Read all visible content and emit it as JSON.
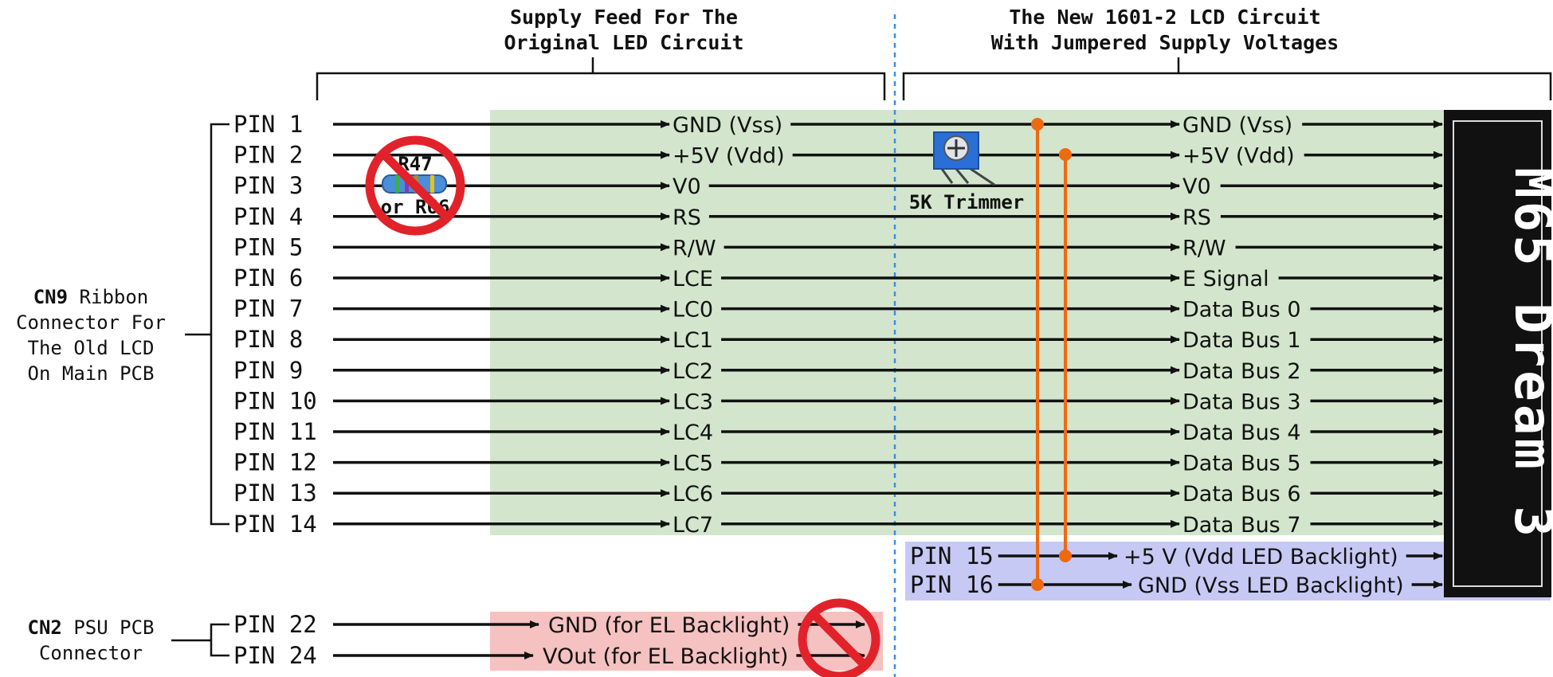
{
  "colors": {
    "green_region": "#d3e6cd",
    "blue_region": "#c7c9f5",
    "red_region": "#f6c1c1",
    "orange_wire": "#ee6a10",
    "divider": "#3b8fe6",
    "no_sign": "#e2222a"
  },
  "headers": {
    "left_line1": "Supply Feed For The",
    "left_line2": "Original LED Circuit",
    "right_line1": "The New 1601-2 LCD Circuit",
    "right_line2": "With Jumpered Supply Voltages"
  },
  "cn9": {
    "name": "CN9",
    "line1_rest": " Ribbon",
    "line2": "Connector For",
    "line3": "The Old LCD",
    "line4": "On Main PCB"
  },
  "cn2": {
    "name": "CN2",
    "line1_rest": " PSU PCB",
    "line2": "Connector"
  },
  "rows": [
    {
      "pin": "PIN 1",
      "mid": "GND (Vss)",
      "right": "GND (Vss)"
    },
    {
      "pin": "PIN 2",
      "mid": "+5V (Vdd)",
      "right": "+5V (Vdd)"
    },
    {
      "pin": "PIN 3",
      "mid": "V0",
      "right": "V0"
    },
    {
      "pin": "PIN 4",
      "mid": "RS",
      "right": "RS"
    },
    {
      "pin": "PIN 5",
      "mid": "R/W",
      "right": "R/W"
    },
    {
      "pin": "PIN 6",
      "mid": "LCE",
      "right": "E Signal"
    },
    {
      "pin": "PIN 7",
      "mid": "LC0",
      "right": "Data Bus 0"
    },
    {
      "pin": "PIN 8",
      "mid": "LC1",
      "right": "Data Bus 1"
    },
    {
      "pin": "PIN 9",
      "mid": "LC2",
      "right": "Data Bus 2"
    },
    {
      "pin": "PIN 10",
      "mid": "LC3",
      "right": "Data Bus 3"
    },
    {
      "pin": "PIN 11",
      "mid": "LC4",
      "right": "Data Bus 4"
    },
    {
      "pin": "PIN 12",
      "mid": "LC5",
      "right": "Data Bus 5"
    },
    {
      "pin": "PIN 13",
      "mid": "LC6",
      "right": "Data Bus 6"
    },
    {
      "pin": "PIN 14",
      "mid": "LC7",
      "right": "Data Bus 7"
    }
  ],
  "backlight_rows": [
    {
      "pin": "PIN 15",
      "label": "+5 V (Vdd LED Backlight)"
    },
    {
      "pin": "PIN 16",
      "label": "GND (Vss LED Backlight)"
    }
  ],
  "el_rows": [
    {
      "pin": "PIN 22",
      "label": "GND (for EL Backlight)"
    },
    {
      "pin": "PIN 24",
      "label": "VOut (for EL Backlight)"
    }
  ],
  "resistor": {
    "line1": "R47",
    "line2": "or R66"
  },
  "trimmer": {
    "label": "5K Trimmer"
  },
  "lcd": {
    "text": "M65 Dream 3"
  }
}
